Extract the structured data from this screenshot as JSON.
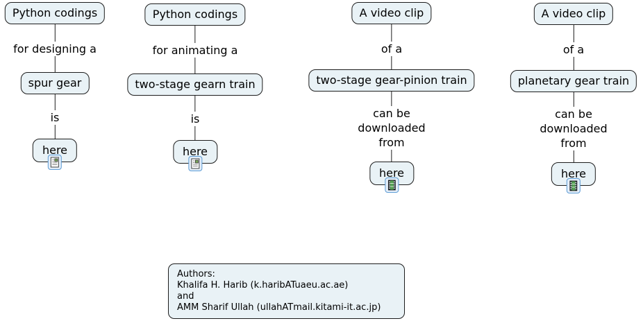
{
  "colors": {
    "background": "#ffffff",
    "node_fill": "#e9f2f6",
    "node_border": "#1c1c1c",
    "connector_line": "#1c1c1c",
    "text": "#000000",
    "icon_frame_border": "#5b9bd5",
    "icon_frame_fill": "#e4eef9",
    "film_green": "#55a055"
  },
  "chains": [
    {
      "id": "spur-gear-coding",
      "nodes": [
        {
          "kind": "concept",
          "label": "Python codings"
        },
        {
          "kind": "linking",
          "label": "for designing a"
        },
        {
          "kind": "concept",
          "label": "spur gear"
        },
        {
          "kind": "linking",
          "label": "is"
        },
        {
          "kind": "concept",
          "label": "here",
          "icon": "document-resource-icon"
        }
      ]
    },
    {
      "id": "gear-train-animation-coding",
      "nodes": [
        {
          "kind": "concept",
          "label": "Python codings"
        },
        {
          "kind": "linking",
          "label": "for animating a"
        },
        {
          "kind": "concept",
          "label": "two-stage gearn train"
        },
        {
          "kind": "linking",
          "label": "is"
        },
        {
          "kind": "concept",
          "label": "here",
          "icon": "document-resource-icon"
        }
      ]
    },
    {
      "id": "gear-pinion-video",
      "nodes": [
        {
          "kind": "concept",
          "label": "A video clip"
        },
        {
          "kind": "linking",
          "label": "of a"
        },
        {
          "kind": "concept",
          "label": "two-stage gear-pinion train"
        },
        {
          "kind": "linking",
          "label": "can be\ndownloaded\nfrom"
        },
        {
          "kind": "concept",
          "label": "here",
          "icon": "video-resource-icon"
        }
      ]
    },
    {
      "id": "planetary-gear-video",
      "nodes": [
        {
          "kind": "concept",
          "label": "A video clip"
        },
        {
          "kind": "linking",
          "label": "of a"
        },
        {
          "kind": "concept",
          "label": "planetary gear train"
        },
        {
          "kind": "linking",
          "label": "can be\ndownloaded\nfrom"
        },
        {
          "kind": "concept",
          "label": "here",
          "icon": "video-resource-icon"
        }
      ]
    }
  ],
  "authors_box": {
    "lines": [
      "Authors:",
      "Khalifa H. Harib (k.haribATuaeu.ac.ae)",
      "and",
      "AMM Sharif Ullah (ullahATmail.kitami-it.ac.jp)"
    ]
  }
}
